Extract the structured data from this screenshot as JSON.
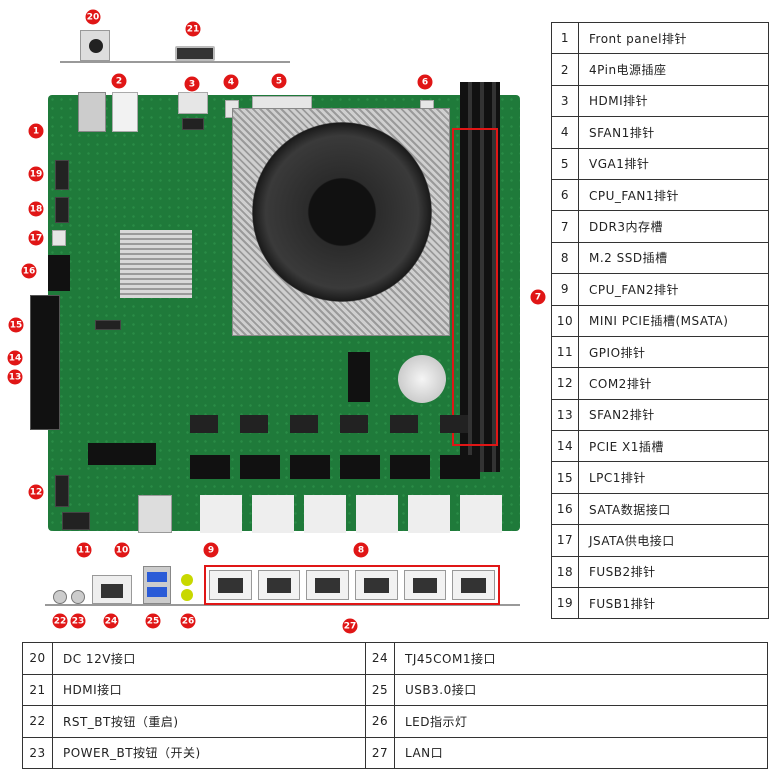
{
  "right_table": [
    {
      "n": "1",
      "label": "Front panel排针"
    },
    {
      "n": "2",
      "label": "4Pin电源插座"
    },
    {
      "n": "3",
      "label": "HDMI排针"
    },
    {
      "n": "4",
      "label": "SFAN1排针"
    },
    {
      "n": "5",
      "label": "VGA1排针"
    },
    {
      "n": "6",
      "label": "CPU_FAN1排针"
    },
    {
      "n": "7",
      "label": "DDR3内存槽"
    },
    {
      "n": "8",
      "label": "M.2 SSD插槽"
    },
    {
      "n": "9",
      "label": "CPU_FAN2排针"
    },
    {
      "n": "10",
      "label": "MINI PCIE插槽(MSATA)"
    },
    {
      "n": "11",
      "label": "GPIO排针"
    },
    {
      "n": "12",
      "label": "COM2排针"
    },
    {
      "n": "13",
      "label": "SFAN2排针"
    },
    {
      "n": "14",
      "label": "PCIE X1插槽"
    },
    {
      "n": "15",
      "label": "LPC1排针"
    },
    {
      "n": "16",
      "label": "SATA数据接口"
    },
    {
      "n": "17",
      "label": "JSATA供电接口"
    },
    {
      "n": "18",
      "label": "FUSB2排针"
    },
    {
      "n": "19",
      "label": "FUSB1排针"
    }
  ],
  "bottom_table": [
    {
      "n1": "20",
      "l1": "DC 12V接口",
      "n2": "24",
      "l2": "TJ45COM1接口"
    },
    {
      "n1": "21",
      "l1": "HDMI接口",
      "n2": "25",
      "l2": "USB3.0接口"
    },
    {
      "n1": "22",
      "l1": "RST_BT按钮（重启)",
      "n2": "26",
      "l2": "LED指示灯"
    },
    {
      "n1": "23",
      "l1": "POWER_BT按钮（开关)",
      "n2": "27",
      "l2": "LAN口"
    }
  ],
  "markers": [
    "1",
    "2",
    "3",
    "4",
    "5",
    "6",
    "7",
    "8",
    "9",
    "10",
    "11",
    "12",
    "13",
    "14",
    "15",
    "16",
    "17",
    "18",
    "19",
    "20",
    "21",
    "22",
    "23",
    "24",
    "25",
    "26",
    "27"
  ],
  "colors": {
    "marker": "#e01616",
    "pcb": "#1f7a3a",
    "highlight": "#e01616"
  }
}
